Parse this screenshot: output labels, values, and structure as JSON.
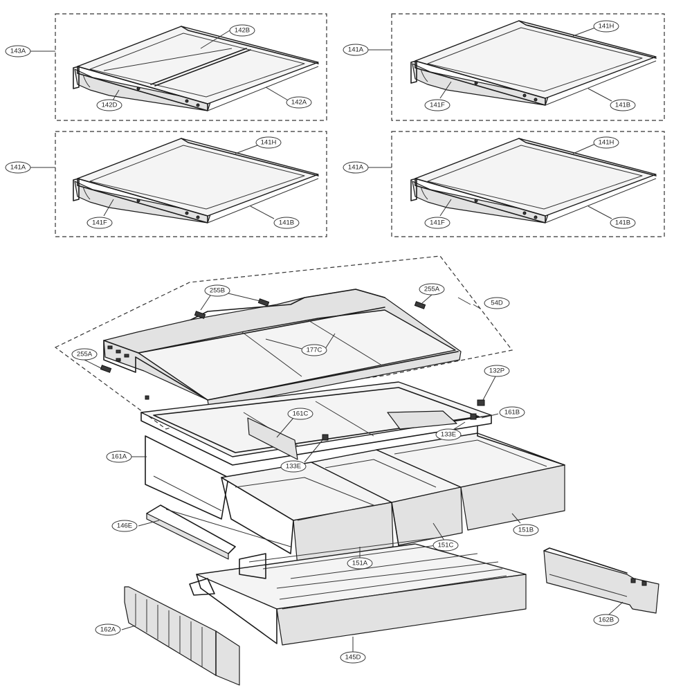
{
  "labels": {
    "l143A": "143A",
    "l142B": "142B",
    "l142D": "142D",
    "l142A": "142A",
    "l141A_1": "141A",
    "l141H_1": "141H",
    "l141F_1": "141F",
    "l141B_1": "141B",
    "l141A_2": "141A",
    "l141H_2": "141H",
    "l141F_2": "141F",
    "l141B_2": "141B",
    "l141A_3": "141A",
    "l141H_3": "141H",
    "l141F_3": "141F",
    "l141B_3": "141B",
    "l255B": "255B",
    "l255A_1": "255A",
    "l255A_2": "255A",
    "l54D": "54D",
    "l177C": "177C",
    "l132P": "132P",
    "l161C": "161C",
    "l161B": "161B",
    "l161A": "161A",
    "l133E_1": "133E",
    "l133E_2": "133E",
    "l146E": "146E",
    "l151A": "151A",
    "l151C": "151C",
    "l151B": "151B",
    "l162B": "162B",
    "l162A": "162A",
    "l145D": "145D"
  }
}
